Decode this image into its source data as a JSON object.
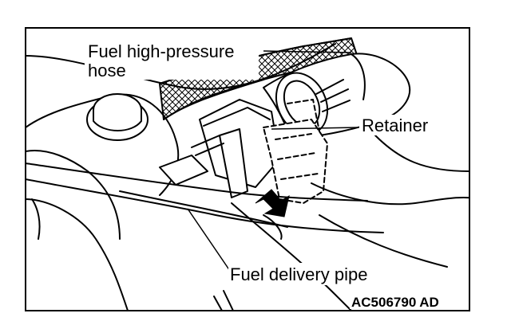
{
  "labels": {
    "hose_line1": "Fuel high-pressure",
    "hose_line2": "hose",
    "retainer": "Retainer",
    "pipe": "Fuel delivery pipe"
  },
  "figure_code": "AC506790",
  "figure_suffix": "AD"
}
